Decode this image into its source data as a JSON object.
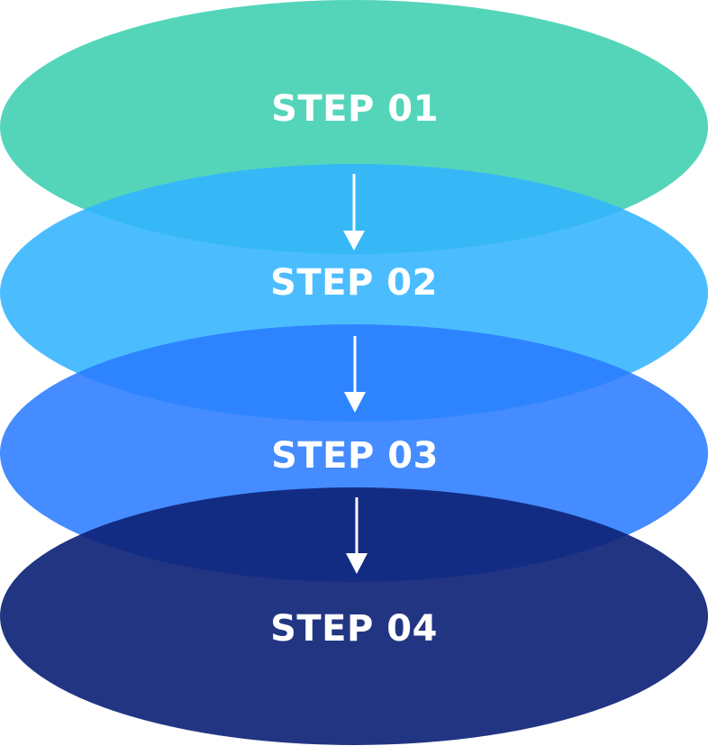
{
  "steps": [
    {
      "label": "STEP 01",
      "color": "#3ccfb0"
    },
    {
      "label": "STEP 02",
      "color": "#32b4ff"
    },
    {
      "label": "STEP 03",
      "color": "#2a7cff"
    },
    {
      "label": "STEP 04",
      "color": "#0f2478"
    }
  ],
  "arrow_color": "#ffffff"
}
